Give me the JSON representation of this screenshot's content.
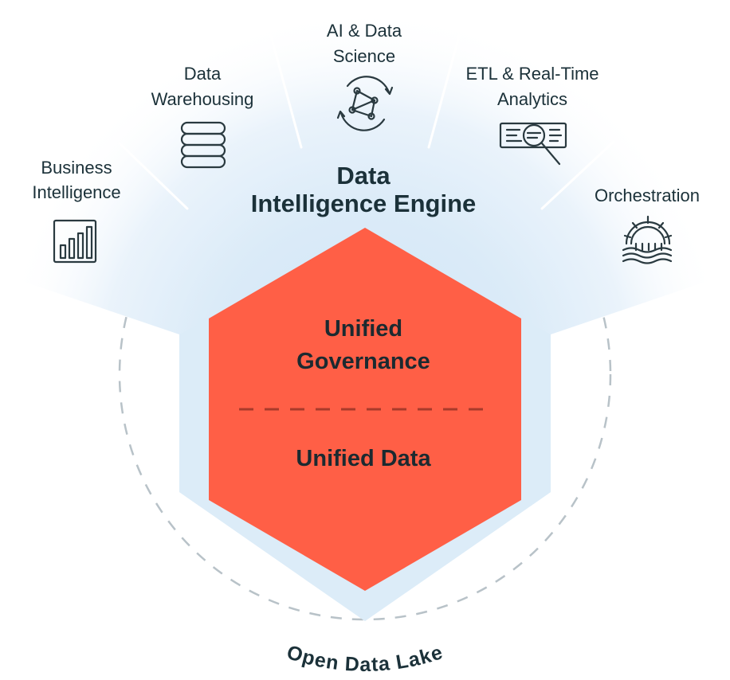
{
  "engine": {
    "title_line1": "Data",
    "title_line2": "Intelligence Engine"
  },
  "core": {
    "top_line1": "Unified",
    "top_line2": "Governance",
    "bottom": "Unified Data"
  },
  "lake": {
    "label": "Open Data Lake"
  },
  "spokes": [
    {
      "line1": "Business",
      "line2": "Intelligence",
      "icon": "bar-chart-icon"
    },
    {
      "line1": "Data",
      "line2": "Warehousing",
      "icon": "database-icon"
    },
    {
      "line1": "AI & Data",
      "line2": "Science",
      "icon": "network-cycle-icon"
    },
    {
      "line1": "ETL & Real-Time",
      "line2": "Analytics",
      "icon": "magnifier-data-icon"
    },
    {
      "line1": "Orchestration",
      "line2": "",
      "icon": "gear-waves-icon"
    }
  ],
  "colors": {
    "hexagon": "#ff5f46",
    "fan_light": "#dcecf8",
    "text": "#1b3139",
    "divider": "#a83a2a",
    "lake_ring": "#b8c2c8"
  }
}
